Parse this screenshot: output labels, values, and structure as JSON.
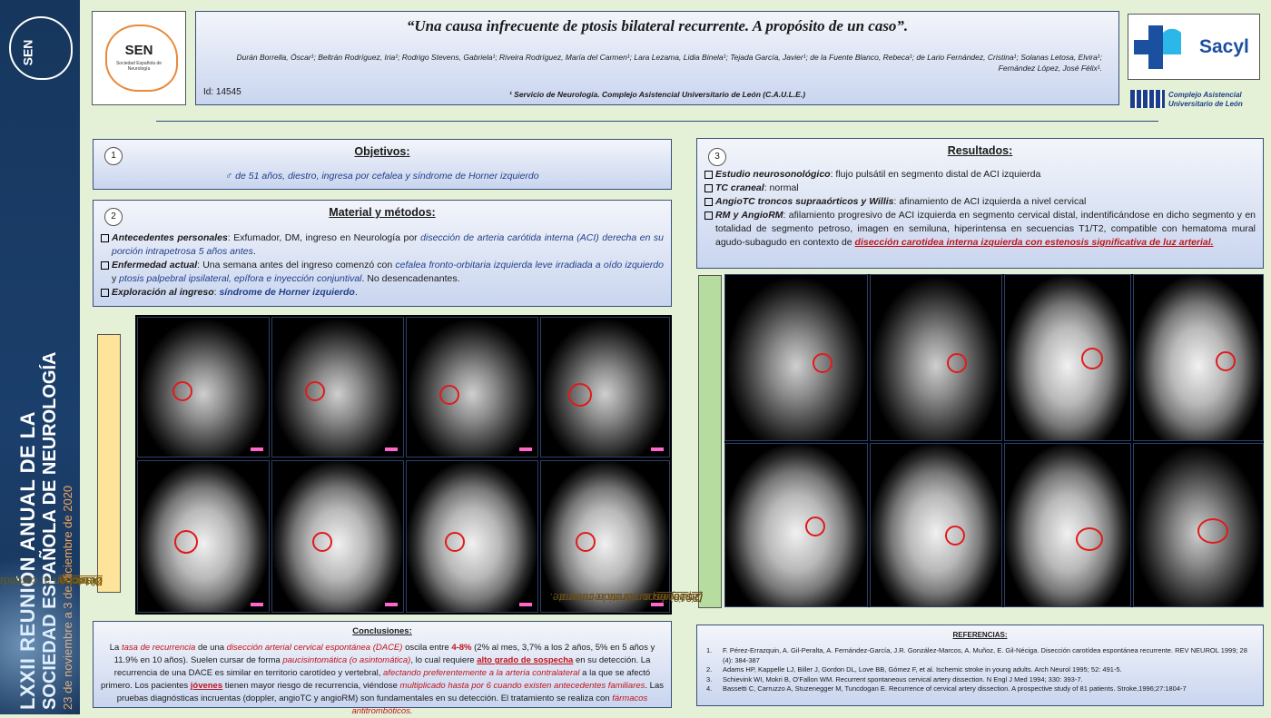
{
  "sidebar": {
    "logo_text": "SEN",
    "line1": "LXXII REUNIÓN ANUAL DE LA",
    "line2": "SOCIEDAD ESPAÑOLA DE NEUROLOGÍA",
    "line3": "23 de noviembre a 3 de diciembre de 2020"
  },
  "header": {
    "sen_logo": "SEN",
    "sen_logo_sub": "Sociedad Española de Neurología",
    "title": "“Una causa infrecuente de ptosis bilateral recurrente. A propósito de un caso”.",
    "authors": "Durán Borrella, Óscar¹; Beltrán Rodríguez, Iria¹; Rodrigo Stevens, Gabriela¹; Riveira Rodríguez, María del Carmen¹; Lara Lezama, Lidia Binela¹; Tejada García, Javier¹; de la Fuente Blanco, Rebeca¹; de Lario Fernández, Cristina¹; Solanas Letosa, Elvira¹; Fernández López, José Félix¹.",
    "id": "Id: 14545",
    "affiliation": "¹ Servicio de Neurología. Complejo Asistencial Universitario de León (C.A.U.L.E.)",
    "sacyl": "Sacyl",
    "hospital_line1": "Complejo Asistencial",
    "hospital_line2": "Universitario de León"
  },
  "objetivos": {
    "num": "1",
    "heading": "Objetivos",
    "text": "♂ de 51 años, diestro, ingresa por cefalea y síndrome de Horner izquierdo"
  },
  "material": {
    "num": "2",
    "heading": "Material y métodos",
    "items": [
      {
        "label": "Antecedentes personales",
        "t1": ": Exfumador, DM, ingreso en Neurología por ",
        "b1": "disección de arteria carótida interna (ACI) derecha en su porción intrapetrosa 5 años antes",
        "t2": "."
      },
      {
        "label": "Enfermedad actual",
        "t1": ": Una semana antes del ingreso comenzó con ",
        "b1": "cefalea fronto-orbitaria izquierda leve irradiada a oído izquierdo",
        "t2": " y ",
        "b2": "ptosis palpebral ipsilateral, epífora e inyección conjuntival",
        "t3": ". No desencadenantes."
      },
      {
        "label": "Exploración al ingreso",
        "t1": ": ",
        "b1": "síndrome de Horner izquierdo",
        "t2": "."
      }
    ]
  },
  "left_label": {
    "pre": "Disección a. carótida interna ",
    "u": "derecha",
    "post": " 2014"
  },
  "right_label": {
    "pre": "Disección a. carótida interna ",
    "u": "izquierda",
    "post": " (2019) espontánea recurrente."
  },
  "resultados": {
    "num": "3",
    "heading": "Resultados",
    "items": [
      {
        "label": "Estudio neurosonológico",
        "text": ": flujo pulsátil en segmento distal de ACI izquierda"
      },
      {
        "label": "TC craneal",
        "text": ": normal"
      },
      {
        "label": "AngioTC troncos supraaórticos y Willis",
        "text": ": afinamiento de ACI izquierda a nivel cervical"
      },
      {
        "label": "RM y AngioRM",
        "text": ": afilamiento progresivo de ACI izquierda en segmento cervical distal, indentificándose en dicho segmento y en totalidad de segmento petroso, imagen en semiluna, hiperintensa en secuencias T1/T2, compatible con hematoma mural agudo-subagudo en contexto de ",
        "red": "disección carotidea interna izquierda con estenosis significativa de luz arterial."
      }
    ]
  },
  "conclusiones": {
    "heading": "Conclusiones",
    "parts": {
      "p1": "La ",
      "r1": "tasa de recurrencia",
      "p2": " de una ",
      "r2": "disección arterial cervical espontánea (DACE)",
      "p3": " oscila entre ",
      "r3": "4-8%",
      "p4": " (2% al mes, 3,7% a los 2 años, 5% en 5 años y 11.9% en 10 años). Suelen cursar de forma ",
      "r4": "paucisintomática (o asintomática)",
      "p5": ", lo cual requiere ",
      "r5": "alto grado de sospecha",
      "p6": " en su detección. La recurrencia de una DACE es similar en territorio carotídeo y vertebral, ",
      "r6": "afectando preferentemente a la arteria contralateral",
      "p7": " a la que se afectó primero. Los pacientes ",
      "r7": "jóvenes",
      "p8": " tienen mayor riesgo de recurrencia, viéndose ",
      "r8": "multiplicado hasta por 6 cuando existen antecedentes familiares",
      "p9": ". Las pruebas diagnósticas incruentas (doppler, angioTC y angioRM) son fundamentales en su detección. El tratamiento se realiza con ",
      "r9": "fármacos antitrombóticos."
    }
  },
  "referencias": {
    "heading": "REFERENCIAS:",
    "items": [
      {
        "n": "1.",
        "text": "F. Pérez-Errazquin, A. Gil-Peralta, A. Fernández-García, J.R. González-Marcos, A. Muñoz, E. Gil-Néciga. Disección carotídea espontánea recurrente. REV NEUROL 1999; 28 (4): 384-387"
      },
      {
        "n": "2.",
        "text": "Adams HP, Kappelle LJ, Biller J, Gordon DL, Love BB, Gómez F, et al. Ischemic stroke in young adults. Arch Neurol 1995; 52: 491-5."
      },
      {
        "n": "3.",
        "text": "Schievink WI, Mokri B, O'Fallon WM. Recurrent spontaneous cervical artery dissection. N Engl J Med 1994; 330: 393-7."
      },
      {
        "n": "4.",
        "text": "Bassetti C, Carruzzo A, Stuzenegger M, Tuncdogan E. Recurrence of cervical artery dissection. A prospective study of 81 patients. Stroke,1996;27:1804-7"
      }
    ]
  },
  "colors": {
    "accent_blue": "#1f3f8a",
    "accent_red": "#c0141c",
    "background": "#e4f1d7",
    "sidebar": "#16365d"
  }
}
